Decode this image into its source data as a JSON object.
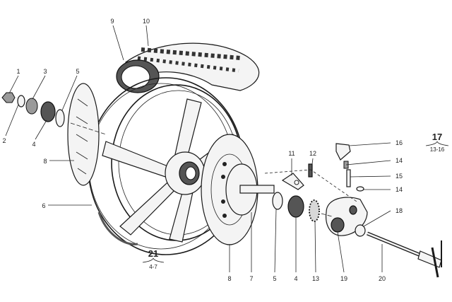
{
  "diagram": {
    "callouts": {
      "c1": "1",
      "c2": "2",
      "c3": "3",
      "c4": "4",
      "c5": "5",
      "c6": "6",
      "c8": "8",
      "c9": "9",
      "c10": "10",
      "c11": "11",
      "c12": "12",
      "c16": "16",
      "c14a": "14",
      "c15": "15",
      "c14b": "14",
      "c18": "18",
      "b8": "8",
      "b7": "7",
      "b5": "5",
      "b4": "4",
      "b13": "13",
      "b19": "19",
      "b20": "20"
    },
    "refs": {
      "r17": {
        "num": "17",
        "range": "13-16"
      },
      "r21": {
        "num": "21",
        "range": "4-7"
      }
    }
  }
}
